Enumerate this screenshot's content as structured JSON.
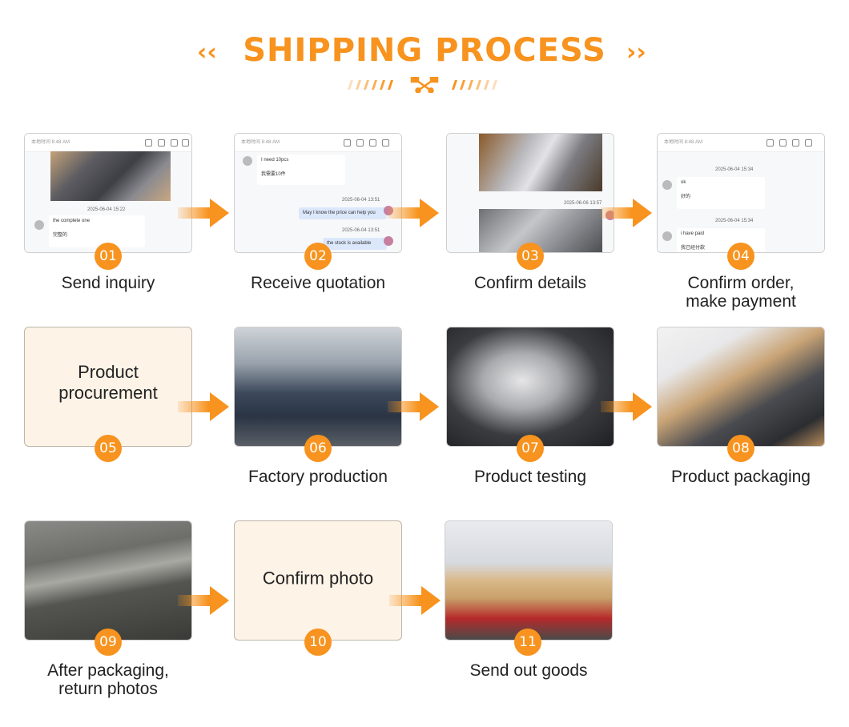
{
  "title": "SHIPPING PROCESS",
  "left_chevron": "‹‹",
  "right_chevron": "››",
  "steps": [
    {
      "num": "01",
      "label": "Send inquiry",
      "label2": ""
    },
    {
      "num": "02",
      "label": "Receive quotation",
      "label2": ""
    },
    {
      "num": "03",
      "label": "Confirm details",
      "label2": ""
    },
    {
      "num": "04",
      "label": "Confirm order,",
      "label2": "make payment"
    },
    {
      "num": "05",
      "label": "",
      "label2": "",
      "card_text": "Product procurement"
    },
    {
      "num": "06",
      "label": "Factory production",
      "label2": ""
    },
    {
      "num": "07",
      "label": "Product testing",
      "label2": ""
    },
    {
      "num": "08",
      "label": "Product packaging",
      "label2": ""
    },
    {
      "num": "09",
      "label": "After packaging,",
      "label2": "return photos"
    },
    {
      "num": "10",
      "label": "",
      "label2": "",
      "card_text": "Confirm photo"
    },
    {
      "num": "11",
      "label": "Send out goods",
      "label2": ""
    }
  ],
  "chat1": {
    "time": "2025-06-04 15:22",
    "msg": "the complete one",
    "msg2": "完整的"
  },
  "chat2": {
    "msg": "I need 10pcs",
    "msg2": "我需要10件",
    "time1": "2025-06-04 13:51",
    "me1": "May I know the price can help you",
    "time2": "2025-06-04 13:51",
    "me2": "the stock is available"
  },
  "chat3": {
    "time": "2025-06-06 13:57"
  },
  "chat4": {
    "time1": "2025-06-04 15:34",
    "msg1": "ok",
    "msg1b": "好的",
    "time2": "2025-06-04 15:34",
    "msg2": "i have paid",
    "msg2b": "我已经付款"
  },
  "colors": {
    "accent": "#f7931e",
    "peach": "#fdf3e7"
  }
}
